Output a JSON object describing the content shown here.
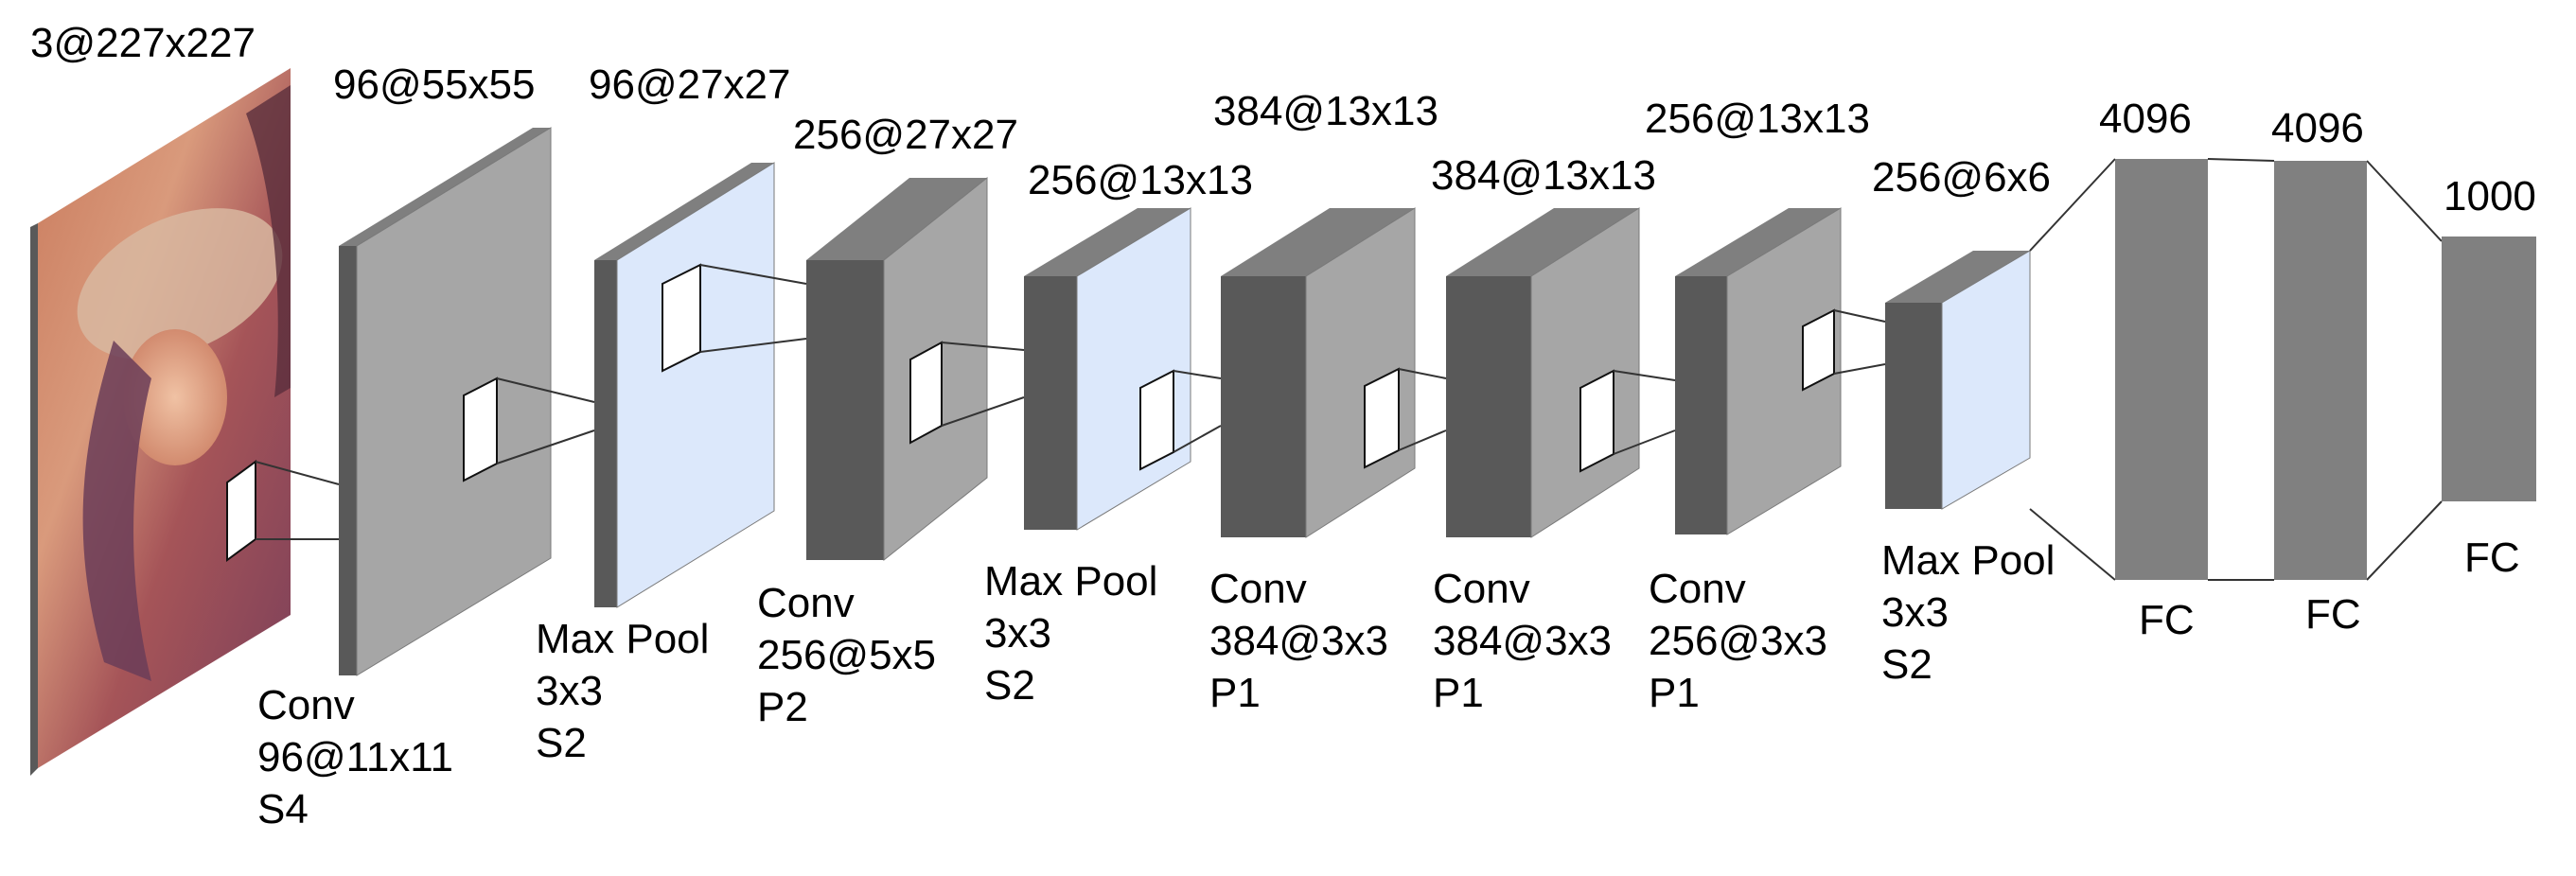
{
  "colors": {
    "layer_face": "#a6a6a6",
    "layer_side": "#595959",
    "layer_top": "#7f7f7f",
    "pool_face": "#dce8fb",
    "fc_bar": "#808080",
    "line": "#333333",
    "window_fill": "#ffffff"
  },
  "input": {
    "dims": "3@227x227",
    "image": "lena-portrait-image"
  },
  "layers": [
    {
      "id": "conv1",
      "kind": "conv",
      "dims": "96@55x55",
      "op": [
        "Conv",
        "96@11x11",
        "S4"
      ]
    },
    {
      "id": "pool1",
      "kind": "pool",
      "dims": "96@27x27",
      "op": [
        "Max Pool",
        "3x3",
        "S2"
      ]
    },
    {
      "id": "conv2",
      "kind": "conv",
      "dims": "256@27x27",
      "op": [
        "Conv",
        "256@5x5",
        "P2"
      ]
    },
    {
      "id": "pool2",
      "kind": "pool",
      "dims": "256@13x13",
      "op": [
        "Max Pool",
        "3x3",
        "S2"
      ]
    },
    {
      "id": "conv3",
      "kind": "conv",
      "dims": "384@13x13",
      "op": [
        "Conv",
        "384@3x3",
        "P1"
      ]
    },
    {
      "id": "conv4",
      "kind": "conv",
      "dims": "384@13x13",
      "op": [
        "Conv",
        "384@3x3",
        "P1"
      ]
    },
    {
      "id": "conv5",
      "kind": "conv",
      "dims": "256@13x13",
      "op": [
        "Conv",
        "256@3x3",
        "P1"
      ]
    },
    {
      "id": "pool3",
      "kind": "pool",
      "dims": "256@6x6",
      "op": [
        "Max Pool",
        "3x3",
        "S2"
      ]
    }
  ],
  "fc_layers": [
    {
      "id": "fc1",
      "size": "4096",
      "label": "FC"
    },
    {
      "id": "fc2",
      "size": "4096",
      "label": "FC"
    },
    {
      "id": "fc3",
      "size": "1000",
      "label": "FC"
    }
  ]
}
